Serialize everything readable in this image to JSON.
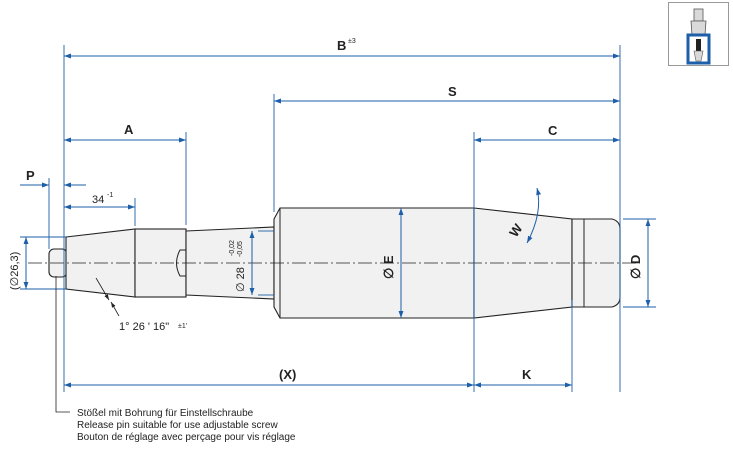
{
  "dimensions": {
    "b": "B",
    "b_tol": "±3",
    "s": "S",
    "a": "A",
    "c": "C",
    "p": "P",
    "length_34": "34",
    "length_34_tol": "-1",
    "dia_26_3": "(∅26,3)",
    "dia_e": "∅ E",
    "dia_d": "∅ D",
    "dia_28": "∅ 28",
    "dia_28_tol_upper": "-0,02",
    "dia_28_tol_lower": "-0,05",
    "w": "W",
    "angle": "1° 26 ' 16\"",
    "angle_tol": "±1'",
    "x": "(X)",
    "k": "K"
  },
  "legend": {
    "line_de": "Stößel mit Bohrung für Einstellschraube",
    "line_en": "Release pin suitable for use adjustable screw",
    "line_fr": "Bouton de réglage avec perçage pour vis réglage"
  },
  "colors": {
    "dimension": "#1d5fa8",
    "outline": "#222222",
    "thumb_accent": "#1d5fa8"
  }
}
